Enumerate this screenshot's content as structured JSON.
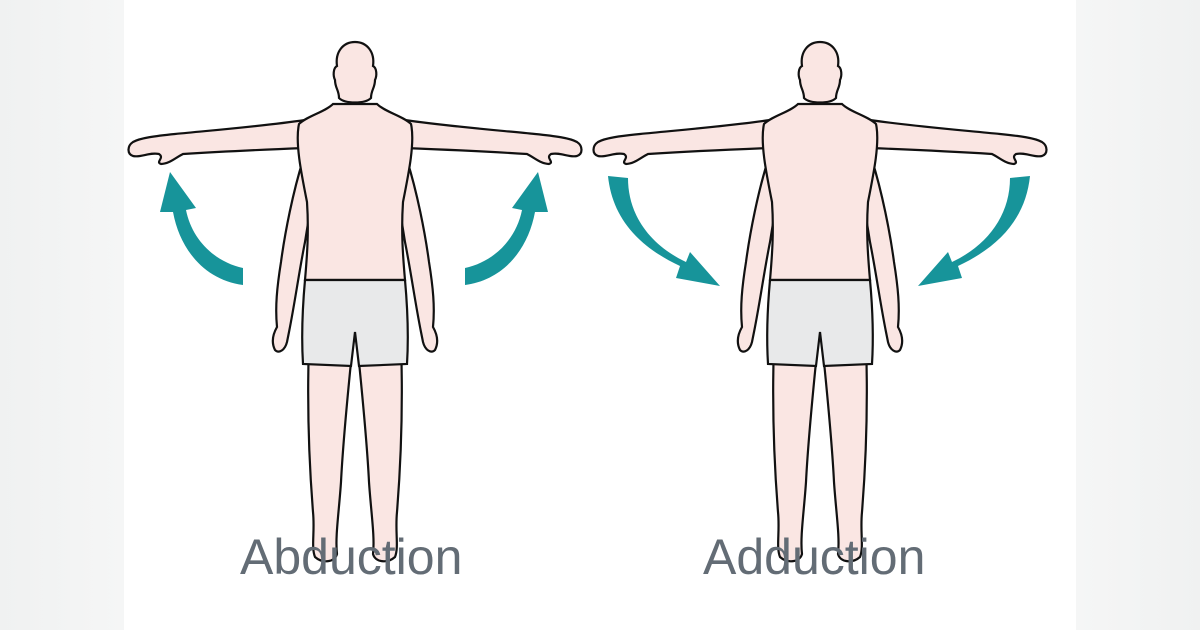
{
  "figures": [
    {
      "id": "abduction",
      "label": "Abduction",
      "arrow_direction": "up-outward"
    },
    {
      "id": "adduction",
      "label": "Adduction",
      "arrow_direction": "down-inward"
    }
  ],
  "colors": {
    "arrow": "#17949a",
    "skin": "#fae6e3",
    "shorts": "#e8e9ea",
    "outline": "#111111",
    "label": "#636c75",
    "side_panels": "#f3f4f4"
  }
}
